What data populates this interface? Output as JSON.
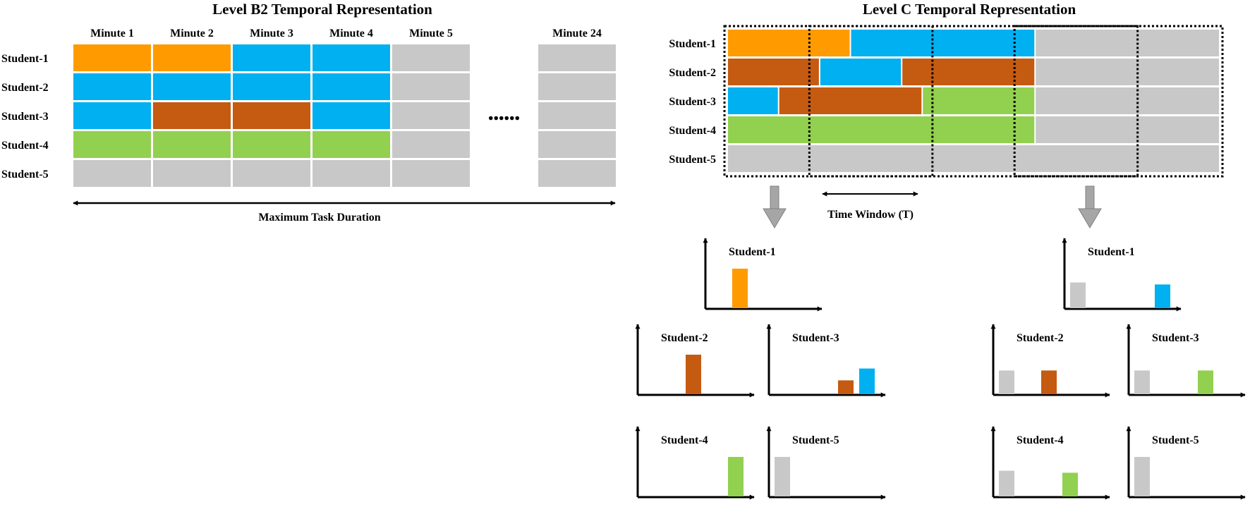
{
  "colors": {
    "orange": "#FF9B00",
    "blue": "#00B0F0",
    "brown": "#C55A11",
    "green": "#92D050",
    "gray": "#C8C8C8",
    "arrow_gray": "#A6A6A6"
  },
  "b2": {
    "title": "Level B2 Temporal Representation",
    "columns": [
      "Minute 1",
      "Minute 2",
      "Minute 3",
      "Minute 4",
      "Minute 5",
      "Minute 24"
    ],
    "rows": [
      "Student-1",
      "Student-2",
      "Student-3",
      "Student-4",
      "Student-5"
    ],
    "grid": [
      [
        "orange",
        "orange",
        "blue",
        "blue",
        "gray",
        "gray"
      ],
      [
        "blue",
        "blue",
        "blue",
        "blue",
        "gray",
        "gray"
      ],
      [
        "blue",
        "brown",
        "brown",
        "blue",
        "gray",
        "gray"
      ],
      [
        "green",
        "green",
        "green",
        "green",
        "gray",
        "gray"
      ],
      [
        "gray",
        "gray",
        "gray",
        "gray",
        "gray",
        "gray"
      ]
    ],
    "ellipsis": "......",
    "duration_label": "Maximum Task Duration"
  },
  "c": {
    "title": "Level C Temporal Representation",
    "rows": [
      "Student-1",
      "Student-2",
      "Student-3",
      "Student-4",
      "Student-5"
    ],
    "time_window_label": "Time Window (T)",
    "timeline_extent": 24,
    "windows": [
      [
        4,
        10
      ],
      [
        14,
        20
      ]
    ],
    "segments": [
      [
        {
          "start": 0,
          "end": 6,
          "color": "orange"
        },
        {
          "start": 6,
          "end": 15,
          "color": "blue"
        },
        {
          "start": 15,
          "end": 24,
          "color": "gray"
        }
      ],
      [
        {
          "start": 0,
          "end": 4.5,
          "color": "brown"
        },
        {
          "start": 4.5,
          "end": 8.5,
          "color": "blue"
        },
        {
          "start": 8.5,
          "end": 15,
          "color": "brown"
        },
        {
          "start": 15,
          "end": 24,
          "color": "gray"
        }
      ],
      [
        {
          "start": 0,
          "end": 2.5,
          "color": "blue"
        },
        {
          "start": 2.5,
          "end": 9.5,
          "color": "brown"
        },
        {
          "start": 9.5,
          "end": 15,
          "color": "green"
        },
        {
          "start": 15,
          "end": 24,
          "color": "gray"
        }
      ],
      [
        {
          "start": 0,
          "end": 15,
          "color": "green"
        },
        {
          "start": 15,
          "end": 24,
          "color": "gray"
        }
      ],
      [
        {
          "start": 0,
          "end": 24,
          "color": "gray"
        }
      ]
    ]
  },
  "histograms": {
    "window_1": [
      {
        "student": "Student-1",
        "bars": [
          {
            "slot": 1,
            "value": 1.0,
            "color": "orange"
          }
        ]
      },
      {
        "student": "Student-2",
        "bars": [
          {
            "slot": 2,
            "value": 1.0,
            "color": "brown"
          }
        ]
      },
      {
        "student": "Student-3",
        "bars": [
          {
            "slot": 3,
            "value": 0.35,
            "color": "brown"
          },
          {
            "slot": 4,
            "value": 0.65,
            "color": "blue"
          }
        ]
      },
      {
        "student": "Student-4",
        "bars": [
          {
            "slot": 4,
            "value": 1.0,
            "color": "green"
          }
        ]
      },
      {
        "student": "Student-5",
        "bars": [
          {
            "slot": 0,
            "value": 1.0,
            "color": "gray"
          }
        ]
      }
    ],
    "window_2": [
      {
        "student": "Student-1",
        "bars": [
          {
            "slot": 0,
            "value": 0.65,
            "color": "gray"
          },
          {
            "slot": 4,
            "value": 0.6,
            "color": "blue"
          }
        ]
      },
      {
        "student": "Student-2",
        "bars": [
          {
            "slot": 0,
            "value": 0.6,
            "color": "gray"
          },
          {
            "slot": 2,
            "value": 0.6,
            "color": "brown"
          }
        ]
      },
      {
        "student": "Student-3",
        "bars": [
          {
            "slot": 0,
            "value": 0.6,
            "color": "gray"
          },
          {
            "slot": 3,
            "value": 0.6,
            "color": "green"
          }
        ]
      },
      {
        "student": "Student-4",
        "bars": [
          {
            "slot": 0,
            "value": 0.65,
            "color": "gray"
          },
          {
            "slot": 3,
            "value": 0.6,
            "color": "green"
          }
        ]
      },
      {
        "student": "Student-5",
        "bars": [
          {
            "slot": 0,
            "value": 1.0,
            "color": "gray"
          }
        ]
      }
    ]
  }
}
